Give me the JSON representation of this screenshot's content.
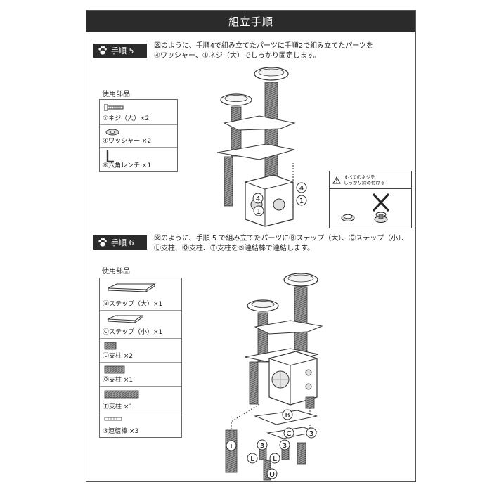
{
  "page": {
    "title": "組立手順"
  },
  "step5": {
    "badge": "手順 5",
    "line1": "図のように、手順4で組み立てたパーツに手順2で組み立てたパーツを",
    "line2": "④ワッシャー、①ネジ（大）でしっかり固定します。",
    "parts_label": "使用部品",
    "parts": [
      {
        "label": "①ネジ（大）×2"
      },
      {
        "label": "④ワッシャー ×2"
      },
      {
        "label": "⑥六角レンチ ×1"
      }
    ],
    "callouts": [
      "4",
      "1",
      "4",
      "1"
    ]
  },
  "warning": {
    "line1": "すべてのネジを",
    "line2": "しっかり締め付ける"
  },
  "step6": {
    "badge": "手順 6",
    "line1": "図のように、手順 5 で組み立てたパーツにⒷステップ（大）、Ⓒステップ（小）、",
    "line2": "Ⓛ支柱、Ⓞ支柱、Ⓣ支柱を③連結棒で連結します。",
    "parts_label": "使用部品",
    "parts": [
      {
        "label": "Ⓑステップ（大）×1"
      },
      {
        "label": "Ⓒステップ（小）×1"
      },
      {
        "label": "Ⓛ支柱 ×2"
      },
      {
        "label": "Ⓞ支柱 ×1"
      },
      {
        "label": "Ⓣ支柱 ×1"
      },
      {
        "label": "③連結棒 ×3"
      }
    ],
    "callouts": [
      "B",
      "C",
      "3",
      "3",
      "3",
      "T",
      "L",
      "L",
      "O"
    ]
  },
  "colors": {
    "dark": "#2b2b2b",
    "post": "#8a8a8a",
    "line": "#333333"
  }
}
